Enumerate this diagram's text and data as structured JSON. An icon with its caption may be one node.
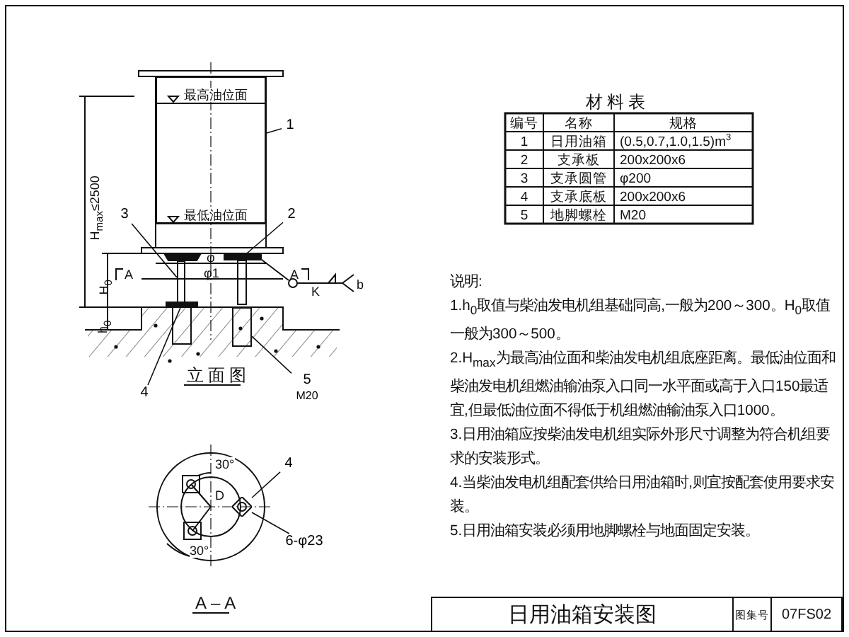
{
  "diagram": {
    "title": "日用油箱安装图",
    "nodes": [
      {
        "text": [
          "1"
        ]
      },
      {
        "text": [],
        "shape": "box"
      },
      {
        "text": [
          "2"
        ]
      },
      {
        "text": [],
        "shape": "box"
      },
      {
        "text": [
          "3"
        ]
      },
      {
        "text": [],
        "shape": "box"
      },
      {
        "text": [
          "4"
        ]
      },
      {
        "text": [],
        "shape": "box"
      },
      {
        "text": [
          "5"
        ],
        "beside": [
          "M20"
        ]
      },
      {
        "text": [],
        "shape": "box"
      },
      {
        "text": [
          "4"
        ]
      },
      {
        "text": [],
        "shape": "diamond"
      },
      {
        "text": [
          "6-φ23"
        ]
      }
    ],
    "edges": [
      {
        "from": 0,
        "to": 1,
        "arrow": "none"
      },
      {
        "from": 2,
        "to": 3,
        "arrow": "none"
      },
      {
        "from": 4,
        "to": 5,
        "arrow": "none"
      },
      {
        "from": 6,
        "to": 7,
        "arrow": "none"
      },
      {
        "from": 8,
        "to": 9,
        "arrow": "none"
      },
      {
        "from": 10,
        "to": 11,
        "arrow": "none"
      },
      {
        "from": 12,
        "to": 11,
        "arrow": "none"
      }
    ],
    "labels": [
      "最高油位面",
      "最低油位面",
      "H$_{max}$≤2500",
      "H$_{0}$",
      "h$_{0}$",
      "φ",
      "A",
      "φ1",
      "A",
      "K",
      "b",
      "立面图",
      "30°",
      "D",
      "30°",
      "A–A",
      "材料表",
      "编号",
      "名称",
      "规格",
      "1",
      "日用油箱",
      "(0.5,0.7,1.0,1.5)m$^{3}$",
      "2",
      "支承板",
      "200x200x6",
      "3",
      "支承圆管",
      "φ200",
      "4",
      "支承底板",
      "200x200x6",
      "5",
      "地脚螺栓",
      "M20",
      "说明:",
      "1.h$_{0}$取值与柴油发电机组基础同高,一般为200～300。H$_{0}$取值一般为300～500。",
      "2.H$_{max}$为最高油位面和柴油发电机组底座距离。最低油位面和柴油发电机组燃油输油泵入口同一水平面或高于入口150最适宜,但最低油位面不得低于机组燃油输油泵入口1000。",
      "3.日用油箱应按柴油发电机组实际外形尺寸调整为符合机组要求的安装形式。",
      "4.当柴油发电机组配套供给日用油箱时,则宜按配套使用要求安装。",
      "5.日用油箱安装必须用地脚螺栓与地面固定安装。",
      "图集号",
      "07FS02"
    ]
  }
}
